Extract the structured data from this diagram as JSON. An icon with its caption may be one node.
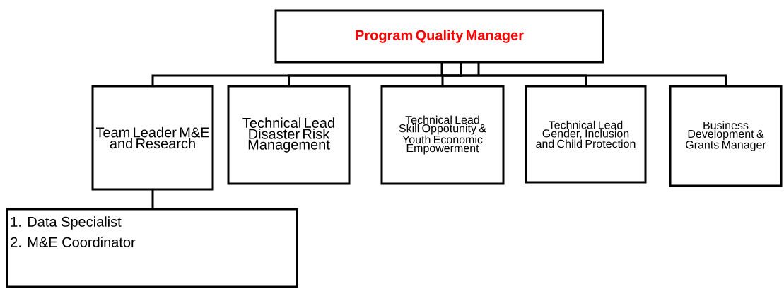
{
  "diagram": {
    "nodes": [
      {
        "text": [
          "Program Quality Manager"
        ]
      },
      {
        "text": [
          "Team Leader M&E and Research"
        ]
      },
      {
        "text": [
          "Technical Lead Disaster Risk Management"
        ]
      },
      {
        "text": [
          "Technical Lead Skill Oppotunity & Youth Economic Empowerment"
        ]
      },
      {
        "text": [
          "Technical Lead Gender, Inclusion and Child Protection"
        ]
      },
      {
        "text": [
          "Business Development & Grants Manager"
        ]
      },
      {
        "text": [
          "1. Data Specialist",
          "2. M&E Coordinator"
        ]
      }
    ],
    "edges": [
      {
        "from": 0,
        "to": 1,
        "arrow": "none"
      },
      {
        "from": 0,
        "to": 2,
        "arrow": "none"
      },
      {
        "from": 0,
        "to": 3,
        "arrow": "none"
      },
      {
        "from": 0,
        "to": 4,
        "arrow": "none"
      },
      {
        "from": 0,
        "to": 5,
        "arrow": "none"
      },
      {
        "from": 1,
        "to": 6,
        "arrow": "none"
      }
    ]
  }
}
